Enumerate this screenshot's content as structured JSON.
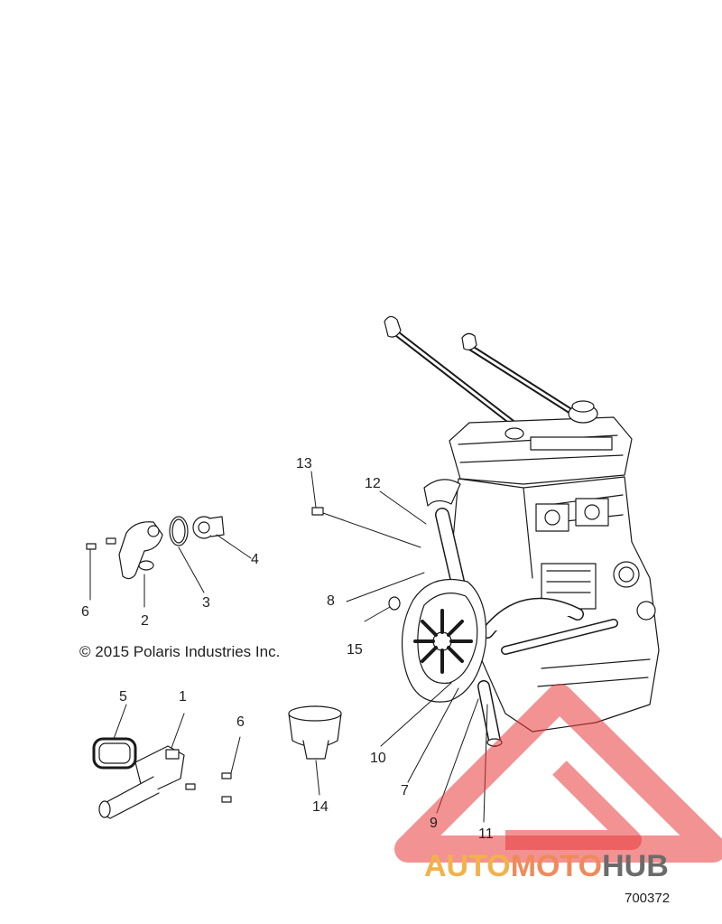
{
  "copyright": "© 2015 Polaris Industries Inc.",
  "part_number": "700372",
  "watermark": {
    "part1": "AUTO",
    "part2": "MOTO",
    "part3": "HUB"
  },
  "callouts": {
    "c1": "1",
    "c2": "2",
    "c3": "3",
    "c4": "4",
    "c5": "5",
    "c6a": "6",
    "c6b": "6",
    "c7": "7",
    "c8": "8",
    "c9": "9",
    "c10": "10",
    "c11": "11",
    "c12": "12",
    "c13": "13",
    "c14": "14",
    "c15": "15"
  },
  "colors": {
    "line": "#1a1a1a",
    "watermark_red": "#e8383a",
    "watermark_yellow": "#f2b24a",
    "watermark_orange": "#f08a5b",
    "watermark_gray": "#6b6b6b"
  }
}
